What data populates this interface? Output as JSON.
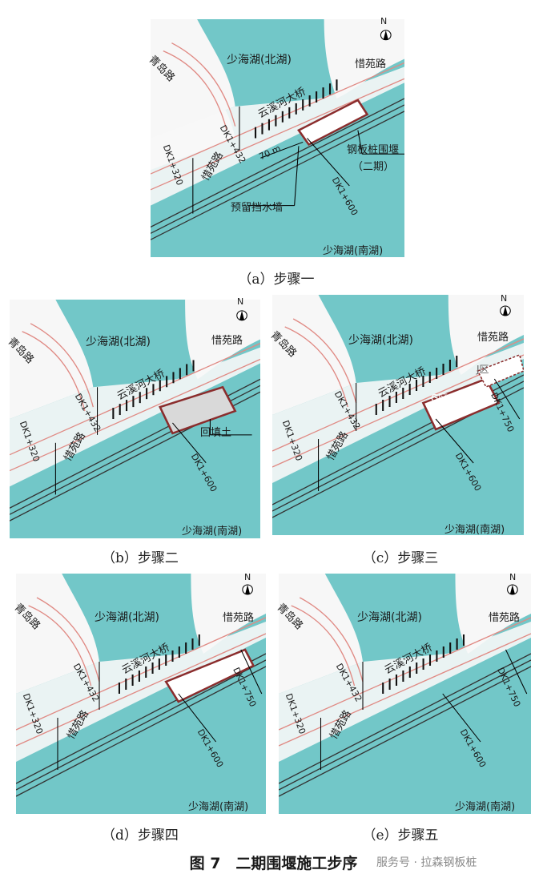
{
  "common": {
    "north": "N",
    "north_lake": "少海湖(北湖)",
    "south_lake": "少海湖(南湖)",
    "road_qingdao": "青岛路",
    "road_xiyuan": "惜苑路",
    "bridge": "云溪河大桥",
    "dk432": "DK1+432",
    "dk320": "DK1+320",
    "dk600": "DK1+600",
    "dk750": "DK1+750"
  },
  "panels": [
    {
      "caption": "（a）步骤一",
      "labels": {
        "cofferdam": "钢板桩围堰",
        "cofferdam2": "（二期）",
        "dist": "70 m",
        "wall": "预留挡水墙"
      }
    },
    {
      "caption": "（b）步骤二",
      "labels": {
        "backfill": "回填土"
      }
    },
    {
      "caption": "（c）步骤三",
      "labels": {
        "zone_g": "G区",
        "zone_j": "J区"
      }
    },
    {
      "caption": "（d）步骤四",
      "labels": {}
    },
    {
      "caption": "（e）步骤五",
      "labels": {}
    }
  ],
  "figure_title": "图 7　二期围堰施工步序",
  "watermark": "服务号 · 拉森钢板桩",
  "colors": {
    "water": "#72c7c8",
    "road": "#e08a84",
    "track": "#333333",
    "land": "#f7f7f7"
  }
}
